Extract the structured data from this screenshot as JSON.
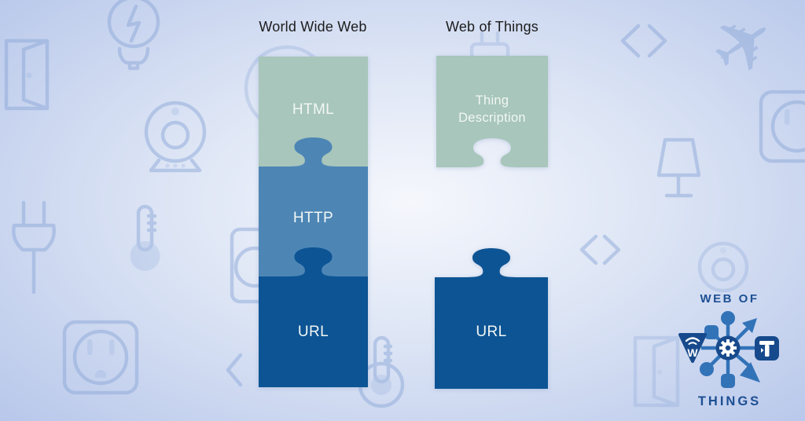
{
  "titles": {
    "www": "World Wide Web",
    "wot": "Web of Things"
  },
  "www_stack": {
    "pieces": [
      {
        "label": "HTML"
      },
      {
        "label": "HTTP"
      },
      {
        "label": "URL"
      }
    ]
  },
  "wot_stack": {
    "pieces": [
      {
        "label": "Thing Description"
      },
      {
        "label": "URL"
      }
    ]
  },
  "logo": {
    "line_top": "WEB OF",
    "line_bottom": "THINGS",
    "w_glyph": "W",
    "t_glyph": "T"
  },
  "icons": {
    "plane_glyph": "✈",
    "background": [
      "door-icon",
      "lightbulb-bolt-icon",
      "webcam-icon",
      "power-plug-icon",
      "thermometer-icon",
      "power-outlet-icon",
      "chevron-left-icon",
      "washing-machine-icon",
      "code-brackets-icon",
      "airplane-icon",
      "lamp-icon",
      "thermostat-icon",
      "speaker-icon",
      "charger-icon"
    ]
  },
  "colors": {
    "background_edge": "#b6c6ea",
    "background_center": "#f5f7fc",
    "piece_sage": "#a8c6bb",
    "piece_medium_blue": "#4d86b5",
    "piece_dark_blue": "#0d5494",
    "title_text": "#1c1c1c",
    "piece_label_text": "#f2f7f5",
    "background_icon": "#8ea9d9",
    "logo_blue": "#3273b8",
    "logo_dark_blue": "#174a8c",
    "logo_text": "#1d4f93"
  }
}
